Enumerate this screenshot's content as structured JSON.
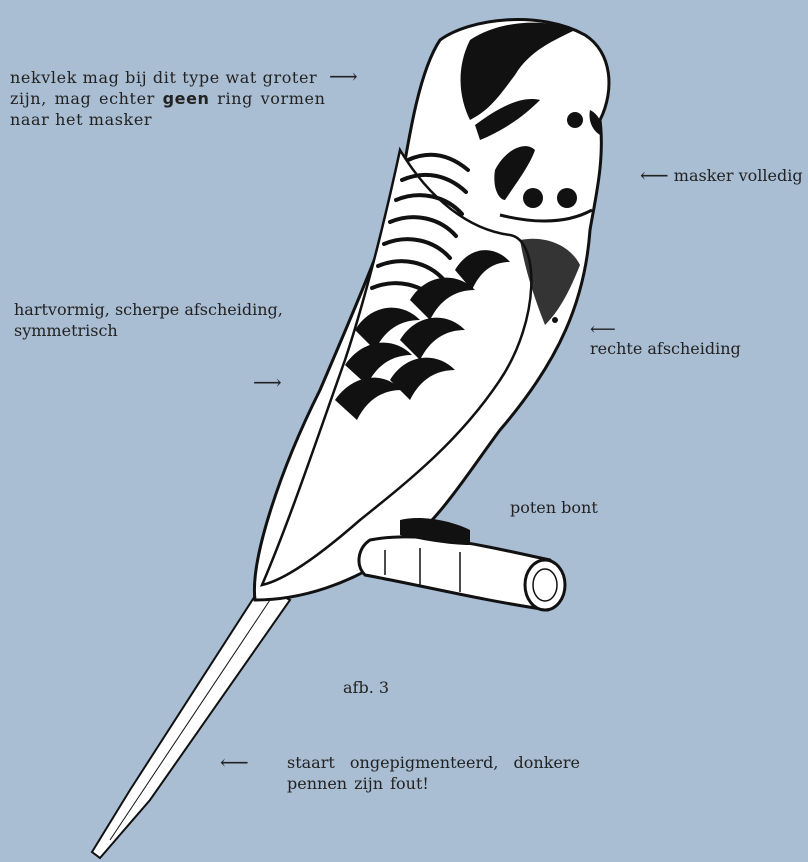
{
  "labels": {
    "neck": {
      "line1": "nekvlek mag bij dit type wat groter",
      "line2_a": "zijn, mag echter",
      "line2_bold": "geen",
      "line2_b": "ring vormen",
      "line3": "naar het masker"
    },
    "mask": "masker volledig",
    "heart": {
      "line1": "hartvormig, scherpe afscheiding,",
      "line2": "symmetrisch"
    },
    "straight": "rechte afscheiding",
    "feet": "poten bont",
    "figure": "afb. 3",
    "tail": {
      "line1": "staart ongepigmenteerd, donkere",
      "line2": "pennen zijn fout!"
    }
  },
  "colors": {
    "background": "#a9bdd3",
    "ink": "#111111",
    "bird": "#ffffff"
  },
  "icons": {
    "arrow_right": "long-right-arrow",
    "arrow_left": "long-left-arrow"
  }
}
